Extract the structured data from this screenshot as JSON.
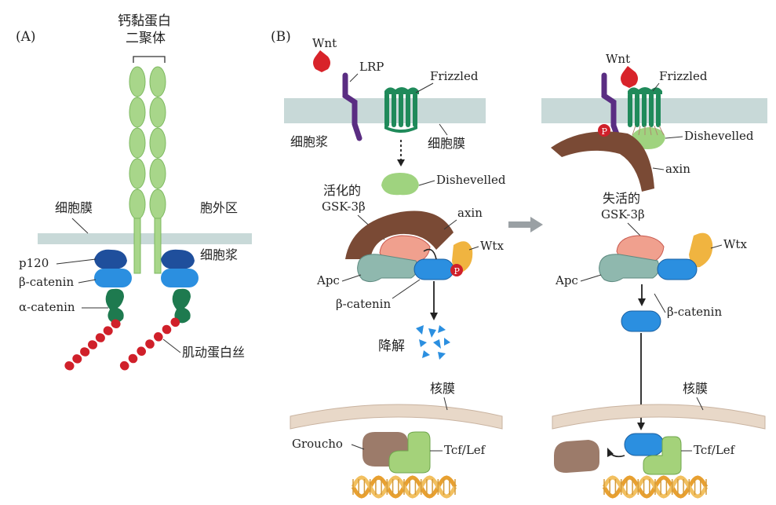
{
  "panelA": {
    "label": "(A)",
    "dimer": [
      "钙黏蛋白",
      "二聚体"
    ],
    "membrane": "细胞膜",
    "extracellular": "胞外区",
    "cytoplasm": "细胞浆",
    "p120": "p120",
    "beta_catenin": "β-catenin",
    "alpha_catenin": "α-catenin",
    "actin": "肌动蛋白丝"
  },
  "panelB": {
    "label": "(B)",
    "wnt": "Wnt",
    "lrp": "LRP",
    "frizzled": "Frizzled",
    "cytoplasm": "细胞浆",
    "membrane": "细胞膜",
    "dishevelled": "Dishevelled",
    "active_gsk": [
      "活化的",
      "GSK-3β"
    ],
    "axin": "axin",
    "wtx": "Wtx",
    "apc": "Apc",
    "beta_catenin": "β-catenin",
    "degradation": "降解",
    "nucleus": "核膜",
    "groucho": "Groucho",
    "tcf": "Tcf/Lef",
    "p": "P"
  },
  "panelC": {
    "wnt": "Wnt",
    "frizzled": "Frizzled",
    "dishevelled": "Dishevelled",
    "axin": "axin",
    "inactive_gsk": [
      "失活的",
      "GSK-3β"
    ],
    "wtx": "Wtx",
    "apc": "Apc",
    "beta_catenin": "β-catenin",
    "nucleus": "核膜",
    "tcf": "Tcf/Lef",
    "p": "P"
  },
  "colors": {
    "membrane": "#c8d9d8",
    "cadherin": "#a8d68a",
    "p120": "#1f4f9c",
    "beta_catenin": "#2b8fe0",
    "alpha_catenin": "#1e7a4f",
    "actin": "#d0202a",
    "lrp": "#5a2d82",
    "frizzled": "#1f8a5a",
    "dishevelled": "#9fd37f",
    "axin": "#7a4a35",
    "gsk": "#f0a08e",
    "wtx": "#f0b440",
    "apc": "#8fb8ae",
    "groucho": "#9c7b6a",
    "tcf": "#a4d27a",
    "nucleus": "#e8d8c8",
    "dna": "#e8a030",
    "wnt": "#d8232a"
  }
}
